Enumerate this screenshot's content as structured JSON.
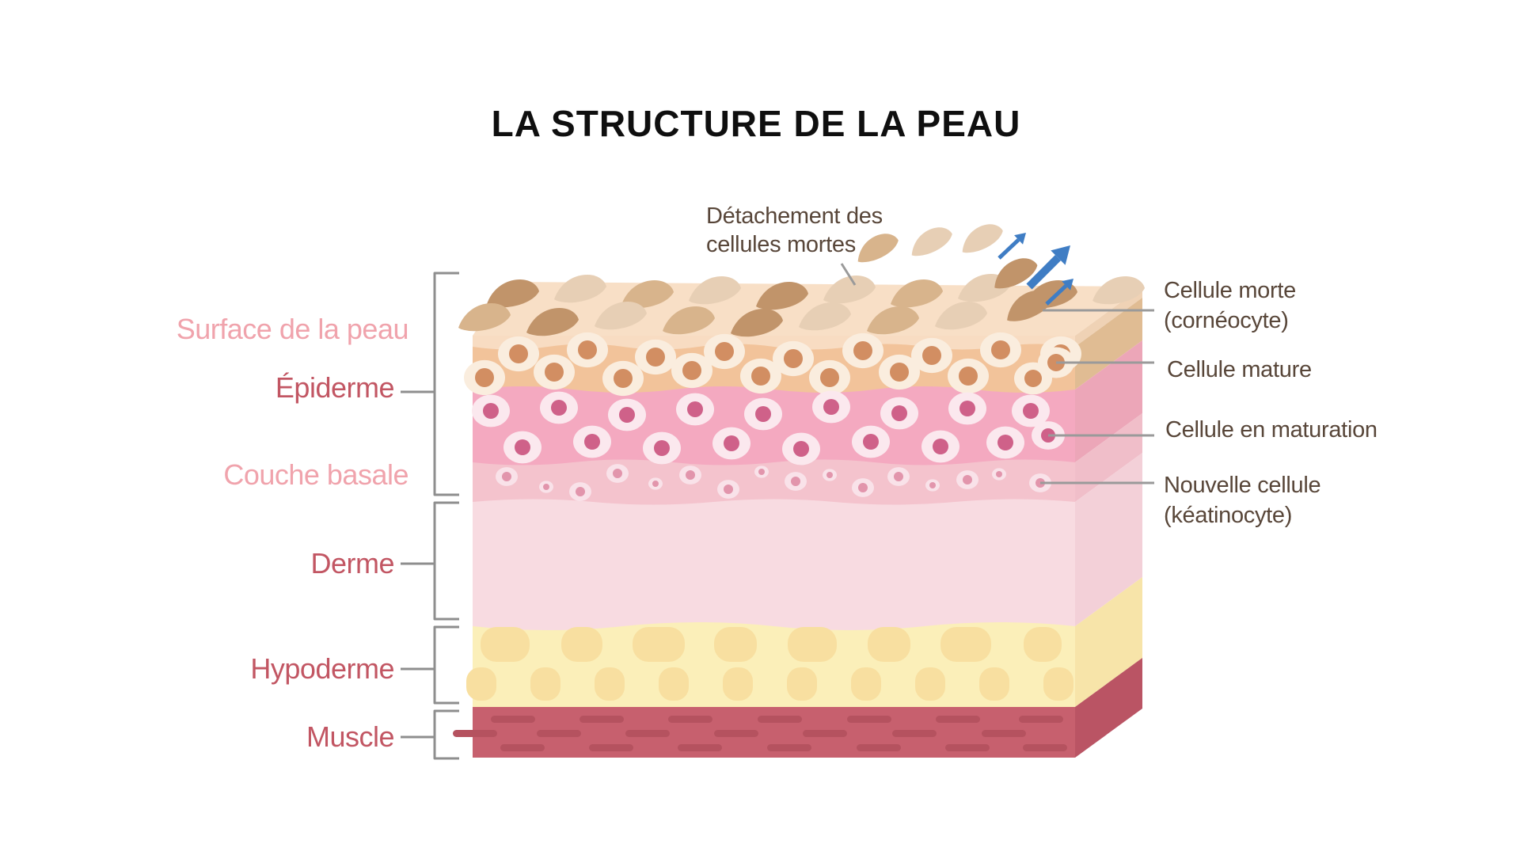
{
  "title": "LA STRUCTURE DE LA PEAU",
  "palette": {
    "background": "#FFFFFF",
    "title_black": "#0F0F0F",
    "label_light_pink": "#F0A3AC",
    "label_dark_pink": "#C25663",
    "label_brown": "#584639",
    "line_gray": "#9A9A9A",
    "bracket_gray": "#8E8E8E",
    "arrow_blue": "#3F7DC4"
  },
  "left_labels": [
    {
      "label": "Surface de la peau",
      "tone": "light"
    },
    {
      "label": "Épiderme",
      "tone": "dark"
    },
    {
      "label": "Couche basale",
      "tone": "light"
    },
    {
      "label": "Derme",
      "tone": "dark"
    },
    {
      "label": "Hypoderme",
      "tone": "dark"
    },
    {
      "label": "Muscle",
      "tone": "dark"
    }
  ],
  "right_labels": [
    {
      "line1": "Cellule morte",
      "line2": "(cornéocyte)"
    },
    {
      "line1": "Cellule mature",
      "line2": ""
    },
    {
      "line1": "Cellule en maturation",
      "line2": ""
    },
    {
      "line1": "Nouvelle cellule",
      "line2": "(kéatinocyte)"
    }
  ],
  "top_label": {
    "line1": "Détachement des",
    "line2": "cellules mortes"
  },
  "layers": [
    {
      "name": "surface-de-la-peau",
      "front": "#F8DCC2",
      "side": "#EFD2B5",
      "top": "#F8DFC6"
    },
    {
      "name": "epiderme-cellules-matures",
      "front": "#F2C39A",
      "side": "#E0BC93",
      "cell_outer": "#FAEDDE",
      "cell_inner": "#D28E62"
    },
    {
      "name": "epiderme-cellules-en-maturation",
      "front": "#F4A9C0",
      "side": "#ECA6B8",
      "cell_outer": "#FBE8EE",
      "cell_inner": "#CF6189"
    },
    {
      "name": "couche-basale",
      "front": "#F4C3CD",
      "side": "#F0BEC9",
      "cell_outer": "#F9E2E9",
      "cell_inner": "#E295AC"
    },
    {
      "name": "derme",
      "front": "#F8DBE1",
      "side": "#F3D0D8"
    },
    {
      "name": "hypoderme",
      "front": "#FBEFB9",
      "side": "#F7E4A9",
      "blob": "#F8DFA0"
    },
    {
      "name": "muscle",
      "front": "#C7606E",
      "side": "#BA5464",
      "fiber": "#B5525F"
    }
  ],
  "flake_colors": {
    "dark": "#C1946A",
    "medium": "#D8B48C",
    "light": "#E7CFB5"
  }
}
